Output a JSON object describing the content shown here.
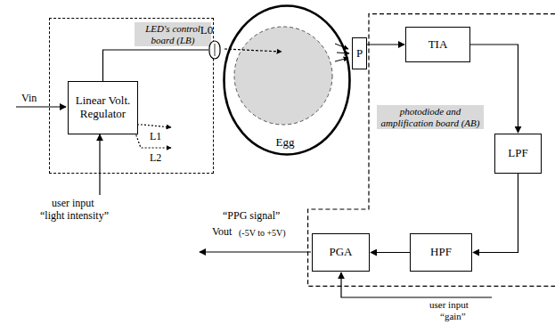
{
  "diagram": {
    "nodes": [
      {
        "text": [
          "LED's control board (LB)"
        ]
      },
      {
        "text": [
          "Linear Volt. Regulator"
        ],
        "in": 0
      },
      {
        "text": [
          "L0"
        ]
      },
      {
        "text": [
          "Egg"
        ]
      },
      {
        "text": [
          "P"
        ]
      },
      {
        "text": [
          "photodiode and amplification board (AB)"
        ]
      },
      {
        "text": [
          "TIA"
        ],
        "in": 5
      },
      {
        "text": [
          "LPF"
        ],
        "in": 5
      },
      {
        "text": [
          "HPF"
        ],
        "in": 5
      },
      {
        "text": [
          "PGA"
        ],
        "in": 5
      }
    ],
    "edges": [
      {
        "from": 1,
        "to": 2,
        "arrow": "none"
      },
      {
        "from": 4,
        "to": 6,
        "arrow": "to"
      },
      {
        "from": 6,
        "to": 7,
        "arrow": "to"
      },
      {
        "from": 7,
        "to": 8,
        "arrow": "to"
      },
      {
        "from": 8,
        "to": 9,
        "arrow": "to"
      }
    ],
    "labels": [
      "Vin",
      "user input",
      "“light intensity”",
      "L1",
      "L2",
      "“PPG signal”",
      "Vout",
      "(-5V to +5V)",
      "user input",
      "“gain”"
    ]
  }
}
